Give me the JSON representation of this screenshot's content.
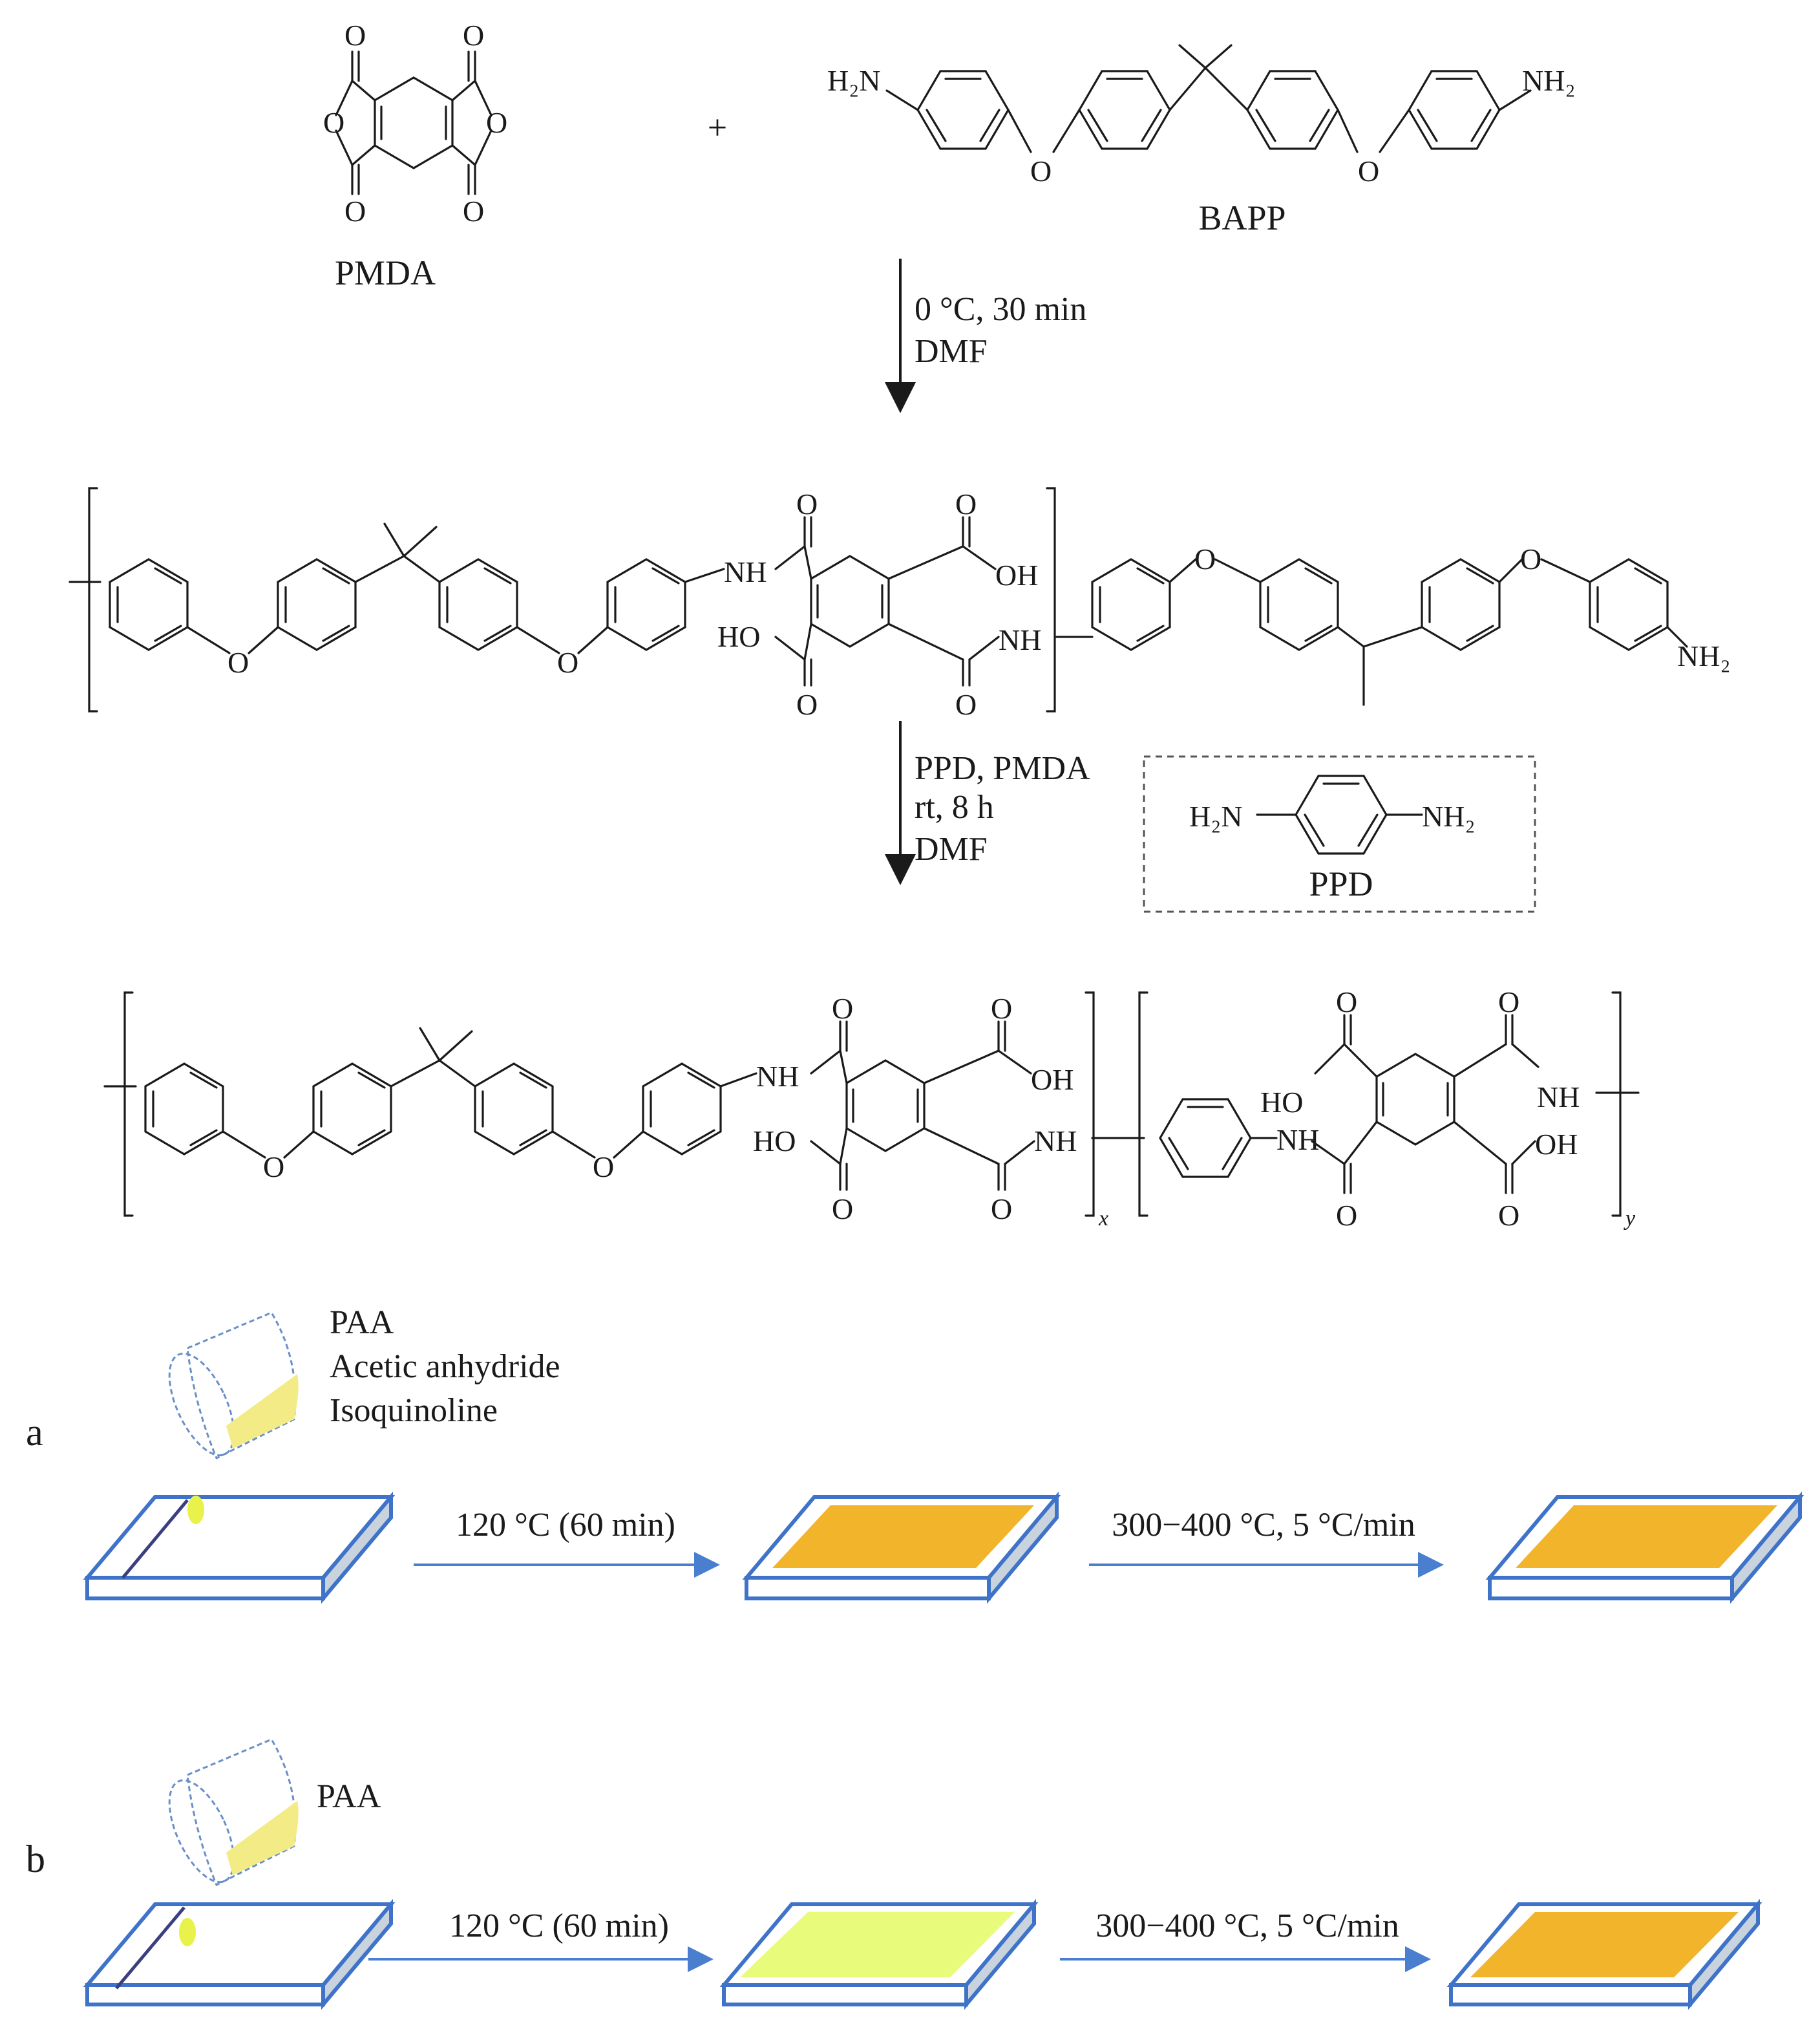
{
  "reactants": {
    "pmda_label": "PMDA",
    "plus": "+",
    "bapp_label": "BAPP",
    "atoms": {
      "O": "O",
      "H2N": "H₂N",
      "NH2": "NH₂"
    }
  },
  "step1": {
    "line1": "0 °C, 30 min",
    "line2": "DMF"
  },
  "intermediate": {
    "atoms": {
      "O": "O",
      "NH": "NH",
      "OH": "OH",
      "HO": "HO",
      "NH2": "NH₂"
    }
  },
  "step2": {
    "line1": "PPD, PMDA",
    "line2": "rt, 8 h",
    "line3": "DMF"
  },
  "ppd_box": {
    "label": "PPD",
    "H2N": "H₂N",
    "NH2": "NH₂"
  },
  "product": {
    "atoms": {
      "O": "O",
      "NH": "NH",
      "OH": "OH",
      "HO": "HO"
    },
    "subscript_x": "x",
    "subscript_y": "y"
  },
  "process_a": {
    "label": "a",
    "pour_lines": [
      "PAA",
      "Acetic anhydride",
      "Isoquinoline"
    ],
    "arrow1": "120 °C (60 min)",
    "arrow2": "300−400 °C, 5 °C/min",
    "film1_color": "#f2b42a",
    "film2_color": "#f2b42a"
  },
  "process_b": {
    "label": "b",
    "pour_lines": [
      "PAA"
    ],
    "arrow1": "120 °C (60 min)",
    "arrow2": "300−400 °C, 5 °C/min",
    "film1_color": "#e9fb7a",
    "film2_color": "#f2b42a"
  },
  "colors": {
    "plate_edge": "#3f73c9",
    "plate_side": "#c9d3de",
    "process_arrow": "#4a7fd0",
    "solution": "#f3ec86",
    "droplet": "#e8f24a"
  }
}
